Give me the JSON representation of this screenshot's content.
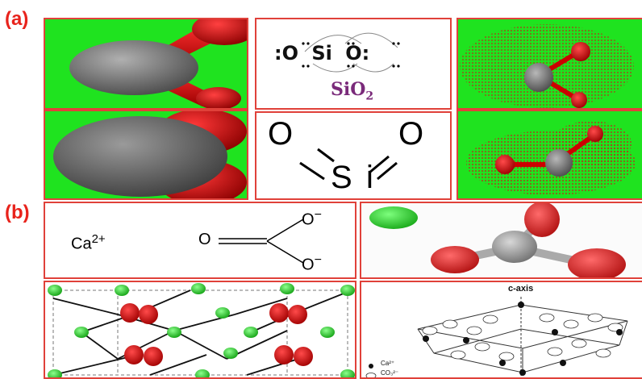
{
  "labels": {
    "a": "(a)",
    "b": "(b)"
  },
  "lewis": {
    "formula_main": "SiO",
    "formula_sub": "2",
    "atom_o": "O",
    "atom_si": "Si",
    "dots": ":",
    "formula_color": "#7a2a7a"
  },
  "skeletal": {
    "o_left": "O",
    "o_right": "O",
    "s": "S",
    "i": "i"
  },
  "calcium": {
    "ca": "Ca",
    "charge": "2+",
    "o_top": "O",
    "o_left": "O",
    "o_bottom": "O",
    "minus": "−"
  },
  "crystal": {
    "axis_label": "c-axis",
    "legend_ca": "Ca²⁺",
    "legend_co3": "CO₃²⁻"
  },
  "colors": {
    "frame": "#e0413a",
    "green_bg": "#1fe31f",
    "oxygen": "#e01010",
    "silicon": "#808080",
    "calcium": "#22c322"
  }
}
